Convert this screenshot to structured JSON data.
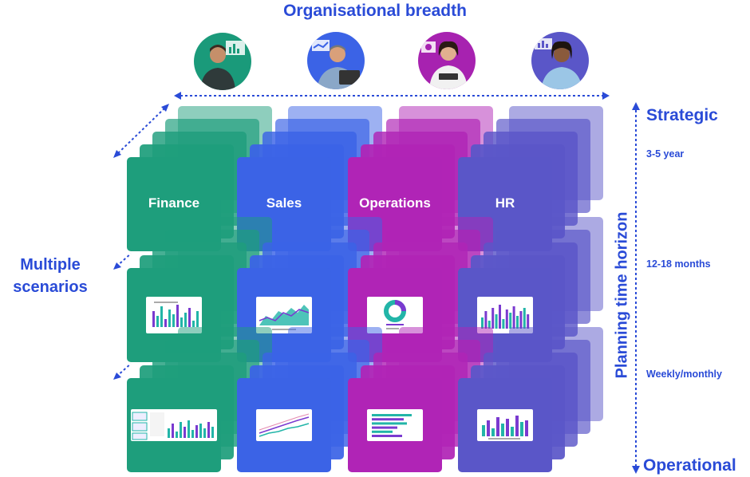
{
  "title": "Organisational breadth",
  "left_label": "Multiple scenarios",
  "axis": {
    "label": "Planning time horizon",
    "top": "Strategic",
    "bottom": "Operational",
    "levels": [
      "3-5 year",
      "12-18 months",
      "Weekly/monthly"
    ]
  },
  "departments": [
    {
      "label": "Finance",
      "color": "#1e9e7c"
    },
    {
      "label": "Sales",
      "color": "#3b63e6"
    },
    {
      "label": "Operations",
      "color": "#b024b6"
    },
    {
      "label": "HR",
      "color": "#5a56c8"
    }
  ],
  "colors": {
    "accent": "#2a4bd7",
    "chart_teal": "#22b5a8",
    "chart_purple": "#7a3ad0"
  },
  "icons": [
    "person-finance-icon",
    "person-sales-icon",
    "person-operations-icon",
    "person-hr-icon",
    "dotted-arrow-icon"
  ]
}
